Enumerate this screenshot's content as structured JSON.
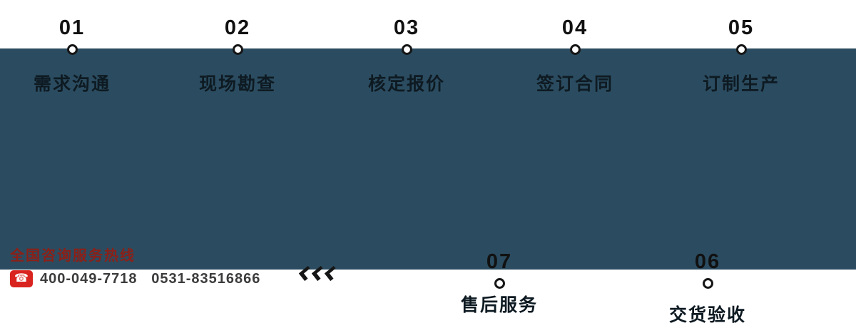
{
  "colors": {
    "band": "#2b4c60",
    "number_text": "#111111",
    "label_text": "#0e1a22",
    "dot_border": "#161616",
    "hotline_title": "#8b2018",
    "hotline_number": "#3c3c3c",
    "phone_icon_bg": "#d9231f"
  },
  "steps_top": [
    {
      "number": "01",
      "label": "需求沟通"
    },
    {
      "number": "02",
      "label": "现场勘查"
    },
    {
      "number": "03",
      "label": "核定报价"
    },
    {
      "number": "04",
      "label": "签订合同"
    },
    {
      "number": "05",
      "label": "订制生产"
    }
  ],
  "steps_bottom": [
    {
      "number": "07",
      "label": "售后服务"
    },
    {
      "number": "06",
      "label": "交货验收"
    }
  ],
  "hotline": {
    "title": "全国咨询服务热线",
    "phone_glyph": "☎",
    "numbers": "400-049-7718   0531-83516866"
  },
  "arrows": {
    "icon": "triple-chevron-left"
  }
}
